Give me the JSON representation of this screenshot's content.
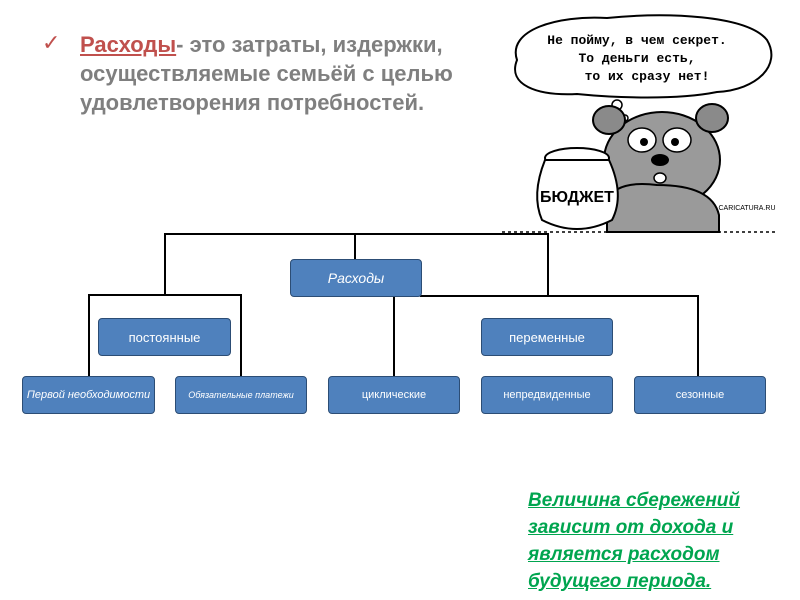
{
  "definition": {
    "term": "Расходы",
    "rest": "- это затраты, издержки, осуществляемые семьёй с целью удовлетворения потребностей."
  },
  "cartoon": {
    "speech": [
      "Не пойму, в чем секрет.",
      "То деньги есть,",
      "то их сразу нет!"
    ],
    "pot_label": "БЮДЖЕТ",
    "signature": "CARICATURA.RU"
  },
  "diagram": {
    "root": "Расходы",
    "fixed": "постоянные",
    "variable": "переменные",
    "leaves": {
      "first_need": "Первой необходимости",
      "mandatory": "Обязательные платежи",
      "cyclic": "циклические",
      "unforeseen": "непредвиденные",
      "seasonal": "сезонные"
    }
  },
  "note": {
    "lines": [
      "Величина сбережений",
      "зависит от дохода и",
      "является расходом",
      "будущего периода."
    ]
  },
  "colors": {
    "node_fill": "#4f81bd",
    "term": "#c0504d",
    "note": "#00a54f"
  }
}
